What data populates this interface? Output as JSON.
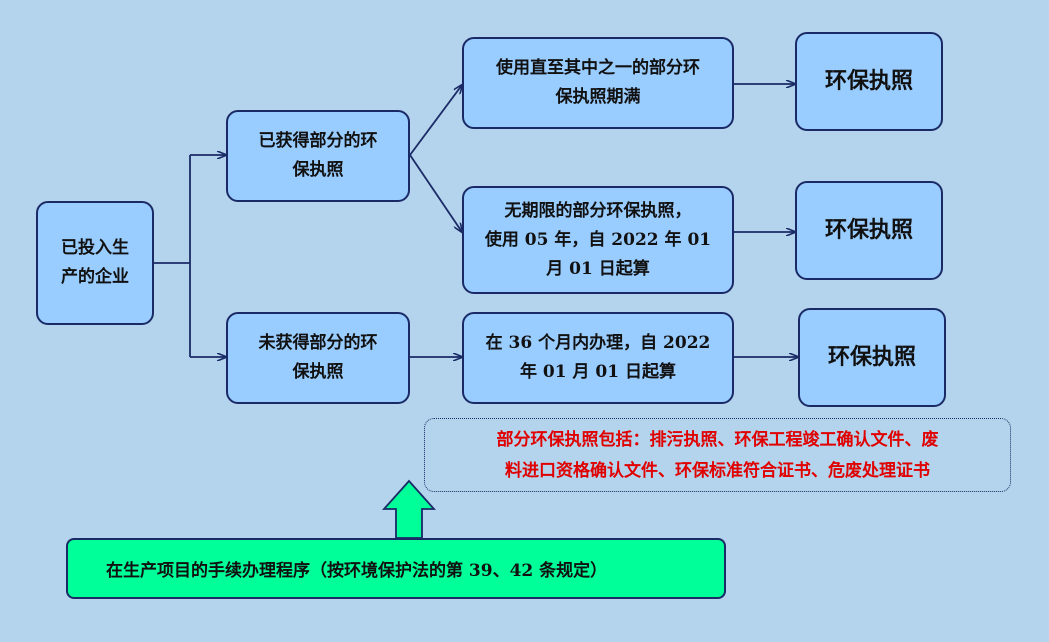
{
  "nodes": {
    "root": "已投入生\n产的企业",
    "obtained": "已获得部分的环\n保执照",
    "not_obtained": "未获得部分的环\n保执照",
    "use_until": "使用直至其中之一的部分环\n保执照期满",
    "unlimited": "无期限的部分环保执照，\n使用 05 年，自 2022 年 01\n月 01 日起算",
    "within36": "在 36 个月内办理，自 2022\n年 01 月 01 日起算",
    "license1": "环保执照",
    "license2": "环保执照",
    "license3": "环保执照"
  },
  "note": "部分环保执照包括：排污执照、环保工程竣工确认文件、废\n料进口资格确认文件、环保标准符合证书、危废处理证书",
  "procedure": "在生产项目的手续办理程序（按环境保护法的第 39、42 条规定）",
  "colors": {
    "box_fill": "#99ccff",
    "border": "#1a2a66",
    "note_text": "#e00000",
    "procedure_fill": "#00ff99",
    "background": "#b3d4ec"
  }
}
